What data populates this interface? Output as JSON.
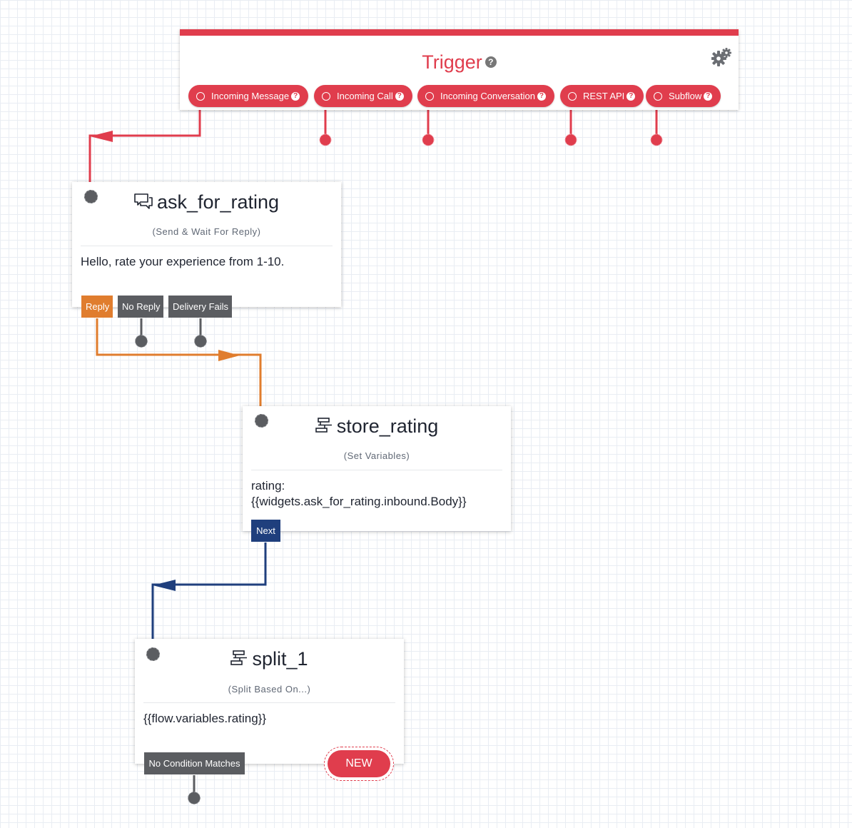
{
  "trigger": {
    "title": "Trigger",
    "help": "?",
    "pills": [
      {
        "label": "Incoming Message"
      },
      {
        "label": "Incoming Call"
      },
      {
        "label": "Incoming Conversation"
      },
      {
        "label": "REST API"
      },
      {
        "label": "Subflow"
      }
    ]
  },
  "widgets": {
    "ask_for_rating": {
      "name": "ask_for_rating",
      "type": "(Send & Wait For Reply)",
      "body": "Hello, rate your experience from 1-10.",
      "transitions": [
        "Reply",
        "No Reply",
        "Delivery Fails"
      ]
    },
    "store_rating": {
      "name": "store_rating",
      "type": "(Set Variables)",
      "body_line1": "rating:",
      "body_line2": "{{widgets.ask_for_rating.inbound.Body}}",
      "transitions": [
        "Next"
      ]
    },
    "split_1": {
      "name": "split_1",
      "type": "(Split Based On...)",
      "body": "{{flow.variables.rating}}",
      "transitions": [
        "No Condition Matches"
      ],
      "new_label": "NEW"
    }
  },
  "colors": {
    "trigger": "#e03d4d",
    "reply": "#e07d2e",
    "next": "#1f3f7d",
    "neutral": "#5b5d61"
  },
  "icons": {
    "trigger_help": "question-circle-icon",
    "settings": "gears-icon",
    "send_wait": "chat-bubbles-icon",
    "set_variables": "set-variables-icon",
    "split": "split-icon"
  }
}
